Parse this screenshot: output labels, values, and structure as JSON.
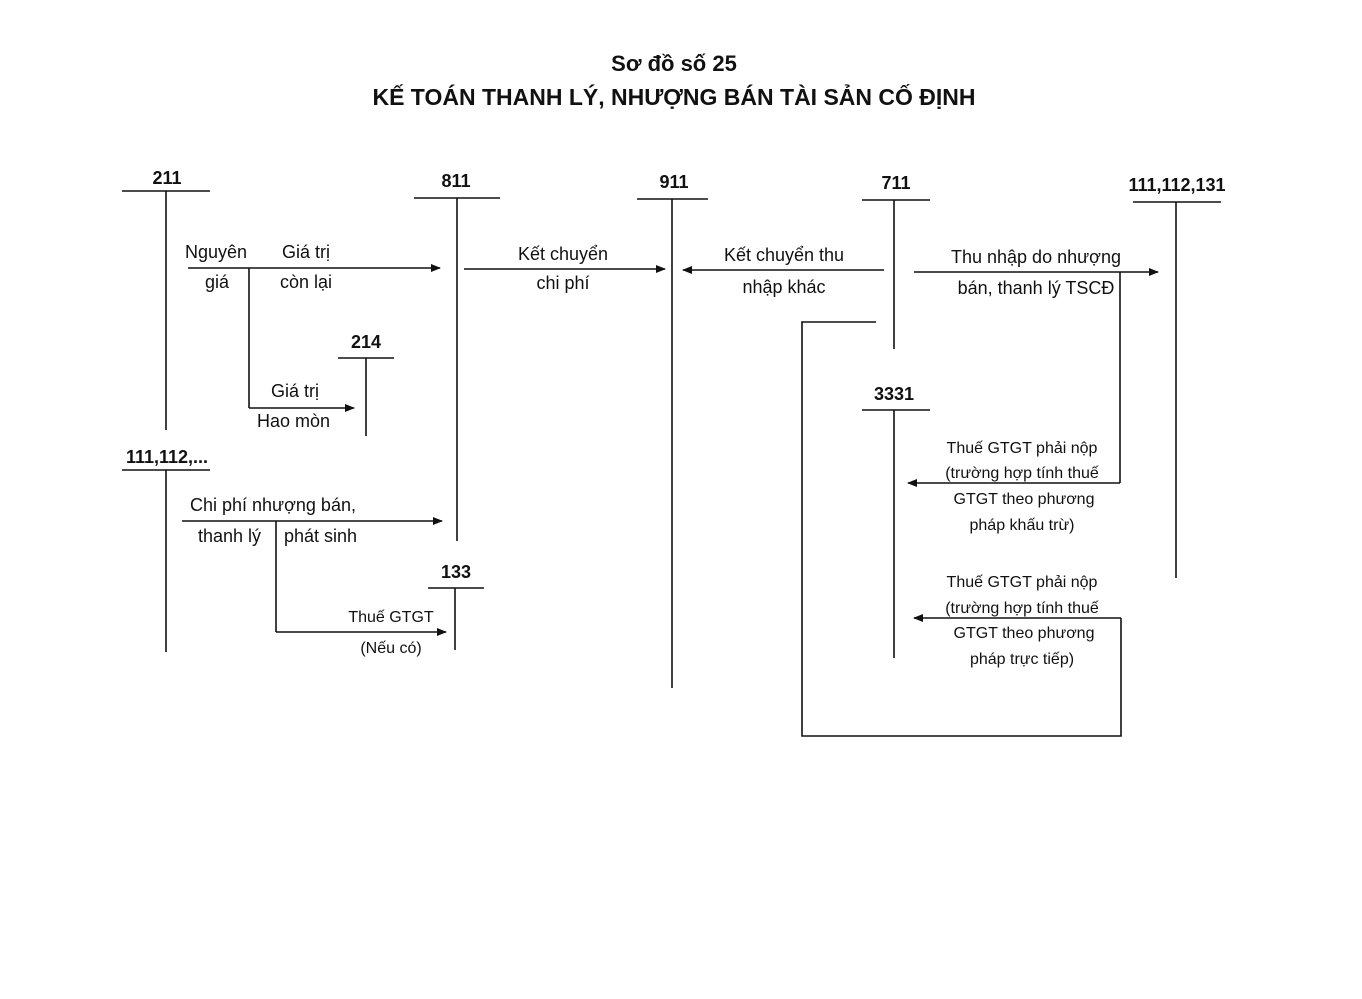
{
  "title": {
    "line1": "Sơ đồ số 25",
    "line2": "KẾ TOÁN THANH LÝ, NHƯỢNG BÁN TÀI SẢN CỐ ĐỊNH"
  },
  "accounts": {
    "a211": "211",
    "a811": "811",
    "a911": "911",
    "a711": "711",
    "a111_112_131": "111,112,131",
    "a214": "214",
    "a3331": "3331",
    "a111_112": "111,112,...",
    "a133": "133"
  },
  "labels": {
    "nguyen": "Nguyên",
    "gia": "giá",
    "gia_tri_1": "Giá trị",
    "con_lai": "còn lại",
    "gia_tri_2": "Giá trị",
    "hao_mon": "Hao mòn",
    "ket_chuyen_1": "Kết chuyển",
    "chi_phi": "chi phí",
    "ket_chuyen_thu": "Kết chuyển thu",
    "nhap_khac": "nhập khác",
    "thu_nhap_1": "Thu nhập do nhượng",
    "thu_nhap_2": "bán, thanh lý TSCĐ",
    "chi_phi_nb": "Chi phí nhượng bán,",
    "thanh_ly": "thanh lý",
    "phat_sinh": "phát sinh",
    "thue_gtgt": "Thuế GTGT",
    "neu_co": "(Nếu có)",
    "kt_1": "Thuế GTGT phải nộp",
    "kt_2": "(trường hợp tính thuế",
    "kt_3": "GTGT theo phương",
    "kt_4": "pháp khấu trừ)",
    "tt_1": "Thuế GTGT phải nộp",
    "tt_2": "(trường hợp tính thuế",
    "tt_3": "GTGT theo phương",
    "tt_4": "pháp trực tiếp)"
  }
}
